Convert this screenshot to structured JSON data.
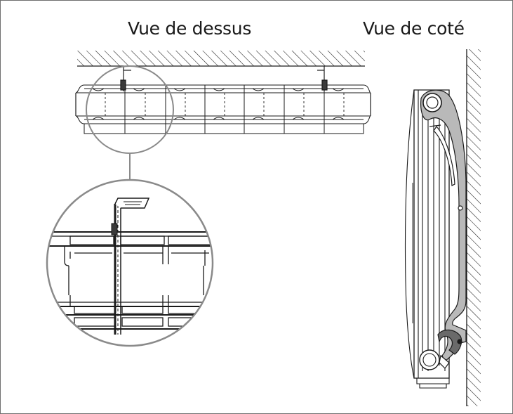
{
  "labels": {
    "top_view": "Vue de dessus",
    "side_view": "Vue de coté"
  },
  "colors": {
    "line": "#1a1a1a",
    "bracket_fill": "#b9b9b9",
    "magnifier_ring": "#8a8a8a",
    "frame": "#6f6f6f"
  },
  "diagram": {
    "radiator_sections": 7,
    "wall_brackets_top_view": 2
  }
}
